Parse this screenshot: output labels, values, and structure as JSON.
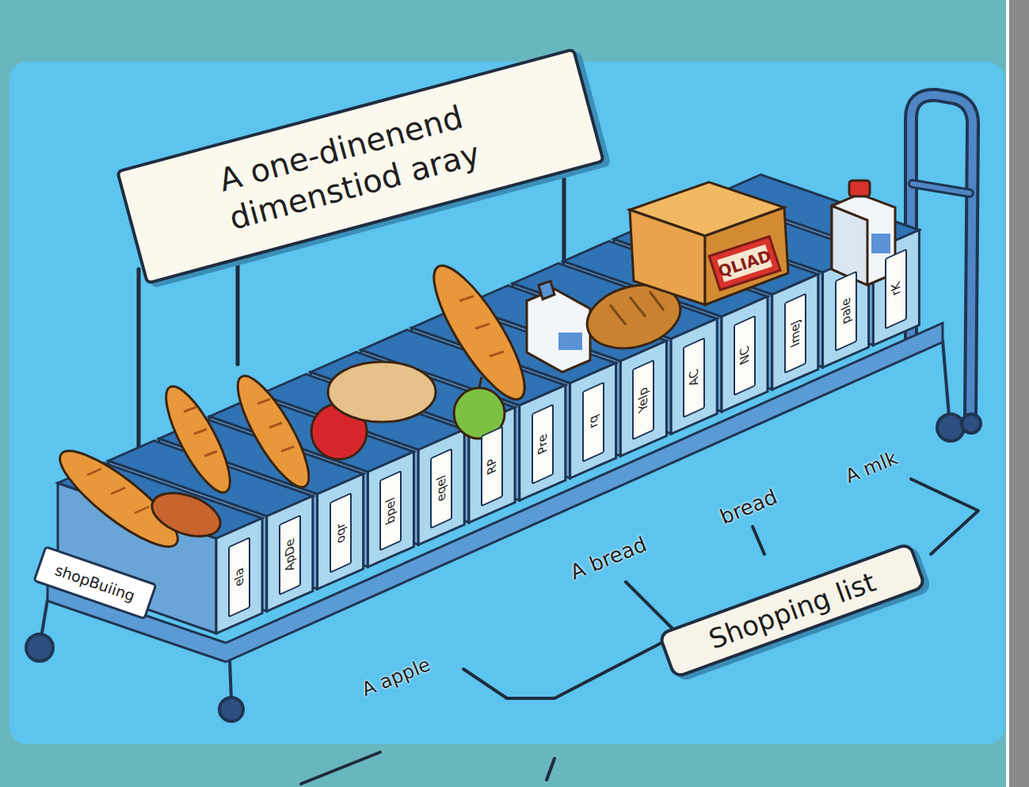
{
  "diagram": {
    "nodes": [
      {
        "text": [
          "A one-dinenend dimenstiod aray"
        ]
      },
      {
        "text": [
          "shopBuiing"
        ]
      },
      {
        "text": [
          "ela"
        ]
      },
      {
        "text": [
          "ApDe"
        ]
      },
      {
        "text": [
          "oqr"
        ]
      },
      {
        "text": [
          "bpel"
        ]
      },
      {
        "text": [
          "eqel"
        ]
      },
      {
        "text": [
          "RP"
        ]
      },
      {
        "text": [
          "Pre"
        ]
      },
      {
        "text": [
          "rq"
        ]
      },
      {
        "text": [
          "Yelp"
        ]
      },
      {
        "text": [
          "AC"
        ]
      },
      {
        "text": [
          "NC"
        ]
      },
      {
        "text": [
          "ImeJ"
        ]
      },
      {
        "text": [
          "pale"
        ]
      },
      {
        "text": [
          "rK"
        ]
      },
      {
        "text": [
          "Shopping list"
        ]
      }
    ],
    "labels": [
      "QLIAD",
      "A apple",
      "A bread",
      "bread",
      "A mlk"
    ]
  }
}
